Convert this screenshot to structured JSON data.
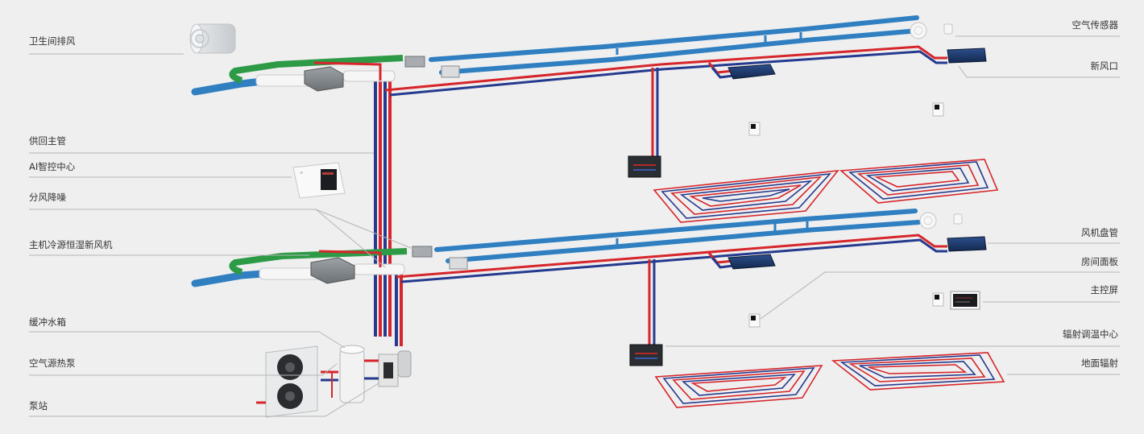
{
  "left_labels": [
    {
      "id": "exhaust",
      "text": "卫生间排风"
    },
    {
      "id": "main-pipe",
      "text": "供回主管"
    },
    {
      "id": "ai-center",
      "text": "AI智控中心"
    },
    {
      "id": "splitter",
      "text": "分风降噪"
    },
    {
      "id": "fresh-air-unit",
      "text": "主机冷源恒湿新风机"
    },
    {
      "id": "buffer-tank",
      "text": "缓冲水箱"
    },
    {
      "id": "heat-pump",
      "text": "空气源热泵"
    },
    {
      "id": "pump-station",
      "text": "泵站"
    }
  ],
  "right_labels": [
    {
      "id": "air-sensor",
      "text": "空气传感器"
    },
    {
      "id": "fresh-air-outlet",
      "text": "新风口"
    },
    {
      "id": "fan-coil",
      "text": "风机盘管"
    },
    {
      "id": "room-panel",
      "text": "房间面板"
    },
    {
      "id": "main-screen",
      "text": "主控屏"
    },
    {
      "id": "radiant-center",
      "text": "辐射调温中心"
    },
    {
      "id": "floor-radiant",
      "text": "地面辐射"
    }
  ],
  "colors": {
    "background": "#efefef",
    "supply_pipe": "#d6262b",
    "return_pipe": "#253a8e",
    "duct_blue": "#2f7fc1",
    "duct_green": "#2d9a46",
    "leader_line": "#b4b4b4"
  }
}
